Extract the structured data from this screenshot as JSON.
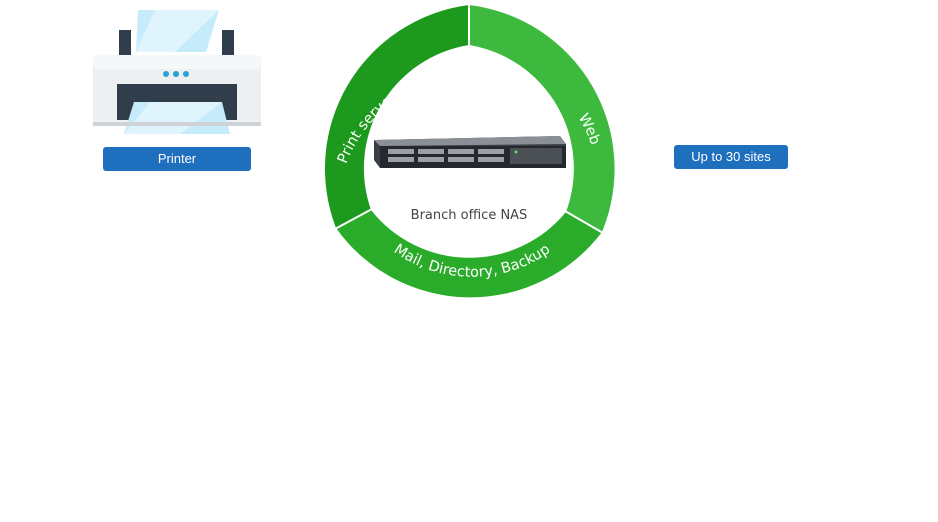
{
  "nas": {
    "center_label": "Branch office NAS",
    "segments": [
      {
        "key": "print",
        "label": "Print server",
        "color": "#1d9a1d"
      },
      {
        "key": "web",
        "label": "Web",
        "color": "#3dba3d"
      },
      {
        "key": "mail",
        "label": "Mail, Directory, Backup",
        "color": "#2aab2a"
      }
    ]
  },
  "labels": {
    "printer": "Printer",
    "sites": "Up to 30 sites"
  },
  "colors": {
    "label_bg": "#1f6fbf",
    "connector_green": "#2aa22a",
    "connector_blue": "#1f8fbf",
    "device_frame": "#2f3e4a",
    "screen": "#bfe6fb",
    "globe": "#1f8ad6"
  },
  "icons": [
    "printer-icon",
    "website-icon",
    "globe-icon",
    "nas-server-icon",
    "laptop-icon",
    "monitor-icon",
    "desktop-computer-icon"
  ]
}
